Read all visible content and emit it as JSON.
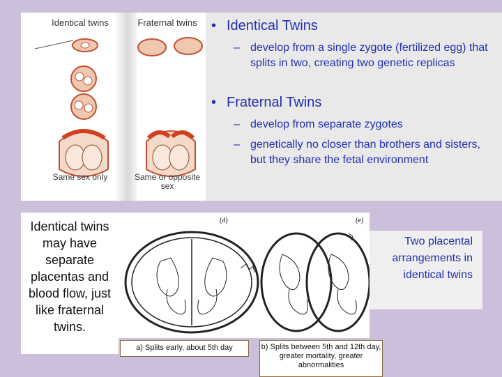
{
  "figure_top": {
    "identical_title": "Identical twins",
    "fraternal_title": "Fraternal twins",
    "identical_footer": "Same sex only",
    "fraternal_footer": "Same or opposite sex"
  },
  "bullets": [
    {
      "title": "Identical Twins",
      "subs": [
        "develop from a single zygote (fertilized egg) that splits in two, creating two genetic replicas"
      ]
    },
    {
      "title": "Fraternal Twins",
      "subs": [
        "develop from separate zygotes",
        "genetically no closer than brothers and sisters, but they share the fetal environment"
      ]
    }
  ],
  "caption_left": "Identical twins may have separate placentas and blood flow, just like fraternal twins.",
  "figure_bottom": {
    "label_d": "(d)",
    "label_e": "(e)",
    "label_a": "a) Splits early, about 5th day",
    "label_b": "b) Splits between 5th and 12th day, greater mortality, greater abnormalities"
  },
  "caption_right": "Two placental arrangements in identical twins",
  "colors": {
    "background": "#cbbfdb",
    "bullet_text": "#1f2fb0",
    "placenta": "#d04020",
    "egg": "#f0c8b0"
  },
  "icons": [
    "bullet-dot-icon",
    "dash-icon"
  ]
}
